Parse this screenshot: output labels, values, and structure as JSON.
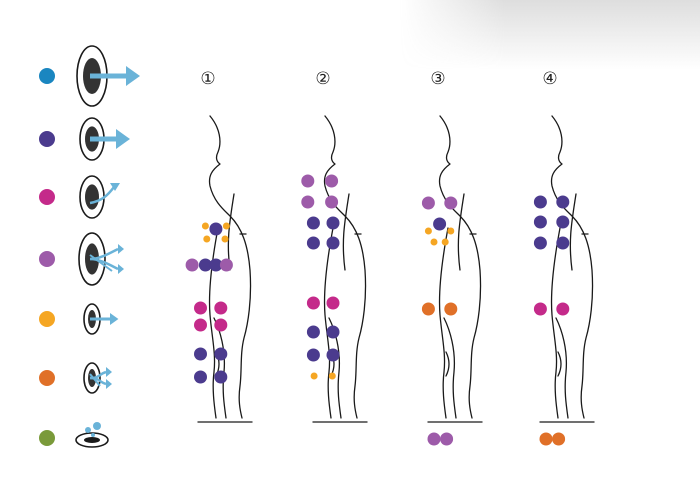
{
  "colors": {
    "blue": "#1a86c0",
    "navy": "#4b3b8e",
    "magenta": "#c42a8a",
    "lilac": "#9d5ba9",
    "yellow": "#f5a623",
    "orange": "#e07028",
    "green": "#7a9a3a",
    "arrow": "#6ab3d8",
    "ink": "#1a1a1a"
  },
  "legend": [
    {
      "color": "blue",
      "icon": "penetration-large-arrow-icon"
    },
    {
      "color": "navy",
      "icon": "penetration-medium-arrow-icon"
    },
    {
      "color": "magenta",
      "icon": "penetration-curved-arrow-icon"
    },
    {
      "color": "lilac",
      "icon": "penetration-split-arrow-icon"
    },
    {
      "color": "yellow",
      "icon": "penetration-small-arrow-icon"
    },
    {
      "color": "orange",
      "icon": "penetration-small-split-arrow-icon"
    },
    {
      "color": "green",
      "icon": "surface-droplets-icon"
    }
  ],
  "figures": [
    {
      "label": "①",
      "dots": [
        [
          "yellow",
          0.22,
          0.452
        ],
        [
          "yellow",
          0.52,
          0.452
        ],
        [
          "navy",
          0.37,
          0.458
        ],
        [
          "yellow",
          0.24,
          0.478
        ],
        [
          "yellow",
          0.5,
          0.478
        ],
        [
          "lilac",
          0.03,
          0.53
        ],
        [
          "navy",
          0.22,
          0.53
        ],
        [
          "navy",
          0.37,
          0.53
        ],
        [
          "lilac",
          0.52,
          0.53
        ],
        [
          "magenta",
          0.15,
          0.616
        ],
        [
          "magenta",
          0.44,
          0.616
        ],
        [
          "magenta",
          0.15,
          0.65
        ],
        [
          "magenta",
          0.44,
          0.65
        ],
        [
          "navy",
          0.15,
          0.708
        ],
        [
          "navy",
          0.44,
          0.708
        ],
        [
          "navy",
          0.15,
          0.754
        ],
        [
          "navy",
          0.44,
          0.754
        ]
      ]
    },
    {
      "label": "②",
      "dots": [
        [
          "lilac",
          0.04,
          0.362
        ],
        [
          "lilac",
          0.38,
          0.362
        ],
        [
          "lilac",
          0.04,
          0.404
        ],
        [
          "lilac",
          0.38,
          0.404
        ],
        [
          "navy",
          0.12,
          0.446
        ],
        [
          "navy",
          0.4,
          0.446
        ],
        [
          "navy",
          0.12,
          0.486
        ],
        [
          "navy",
          0.4,
          0.486
        ],
        [
          "magenta",
          0.12,
          0.606
        ],
        [
          "magenta",
          0.4,
          0.606
        ],
        [
          "navy",
          0.12,
          0.664
        ],
        [
          "navy",
          0.4,
          0.664
        ],
        [
          "navy",
          0.12,
          0.71
        ],
        [
          "navy",
          0.4,
          0.71
        ],
        [
          "yellow",
          0.13,
          0.752
        ],
        [
          "yellow",
          0.39,
          0.752
        ]
      ]
    },
    {
      "label": "③",
      "dots": [
        [
          "lilac",
          0.12,
          0.406
        ],
        [
          "lilac",
          0.44,
          0.406
        ],
        [
          "navy",
          0.28,
          0.448
        ],
        [
          "yellow",
          0.12,
          0.462
        ],
        [
          "yellow",
          0.44,
          0.462
        ],
        [
          "yellow",
          0.2,
          0.484
        ],
        [
          "yellow",
          0.36,
          0.484
        ],
        [
          "orange",
          0.12,
          0.618
        ],
        [
          "orange",
          0.44,
          0.618
        ],
        [
          "lilac",
          0.2,
          0.878
        ],
        [
          "lilac",
          0.38,
          0.878
        ]
      ]
    },
    {
      "label": "④",
      "dots": [
        [
          "navy",
          0.12,
          0.404
        ],
        [
          "navy",
          0.44,
          0.404
        ],
        [
          "navy",
          0.12,
          0.444
        ],
        [
          "navy",
          0.44,
          0.444
        ],
        [
          "navy",
          0.12,
          0.486
        ],
        [
          "navy",
          0.44,
          0.486
        ],
        [
          "magenta",
          0.12,
          0.618
        ],
        [
          "magenta",
          0.44,
          0.618
        ],
        [
          "orange",
          0.2,
          0.878
        ],
        [
          "orange",
          0.38,
          0.878
        ]
      ]
    }
  ]
}
